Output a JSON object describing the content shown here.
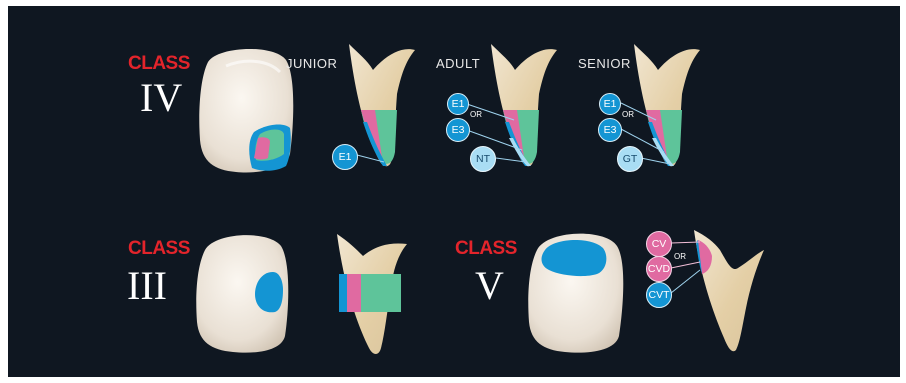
{
  "class_word": "CLASS",
  "roman": {
    "iv": "IV",
    "iii": "III",
    "v": "V"
  },
  "levels": {
    "junior": "JUNIOR",
    "adult": "ADULT",
    "senior": "SENIOR"
  },
  "bubbles": {
    "e1": "E1",
    "e3": "E3",
    "nt": "NT",
    "gt": "GT",
    "cv": "CV",
    "cvd": "CVD",
    "cvt": "CVT"
  },
  "or_text": "OR",
  "colors": {
    "background": "#0f1721",
    "class_red": "#e3242b",
    "blue_layer": "#1495d3",
    "light_blue_layer": "#a9ddf4",
    "pink_layer": "#e06aa1",
    "green_layer": "#5ec49a",
    "tooth": "#efe7dc"
  }
}
